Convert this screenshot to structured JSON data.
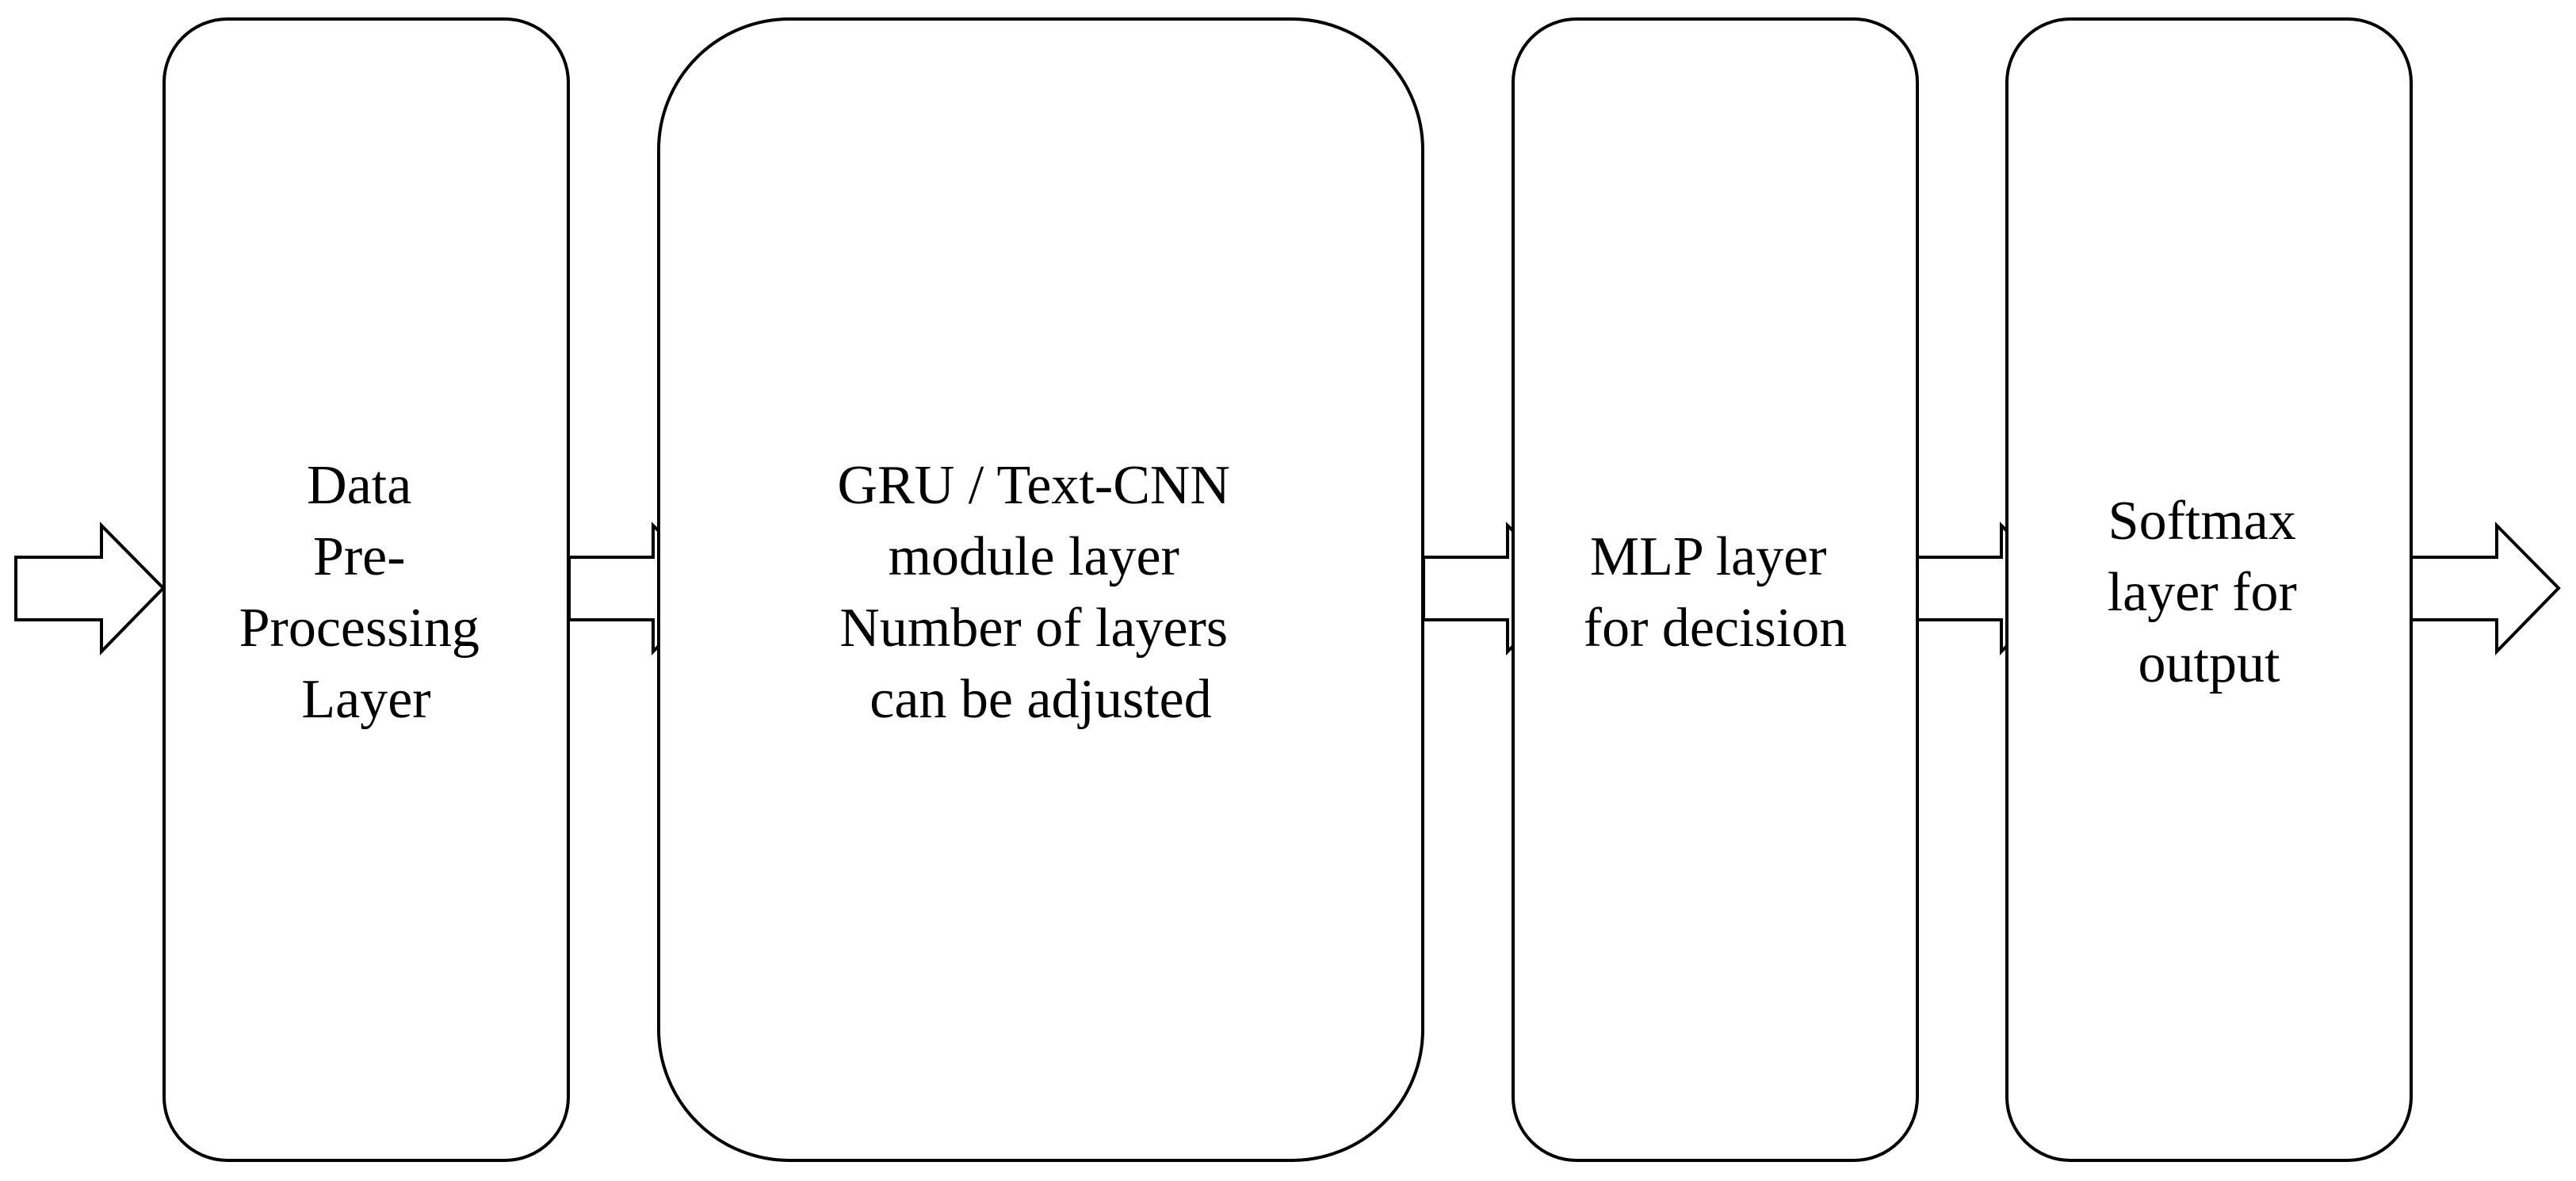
{
  "diagram": {
    "blocks": [
      {
        "id": "preprocessing",
        "lines": [
          "Data",
          "Pre-",
          "Processing",
          "Layer"
        ]
      },
      {
        "id": "gru-textcnn",
        "lines": [
          "GRU / Text-CNN",
          "module layer",
          "Number of layers",
          "can be adjusted"
        ]
      },
      {
        "id": "mlp",
        "lines": [
          "MLP layer",
          "for decision"
        ]
      },
      {
        "id": "softmax",
        "lines": [
          "Softmax",
          "layer for",
          "output"
        ]
      }
    ]
  }
}
